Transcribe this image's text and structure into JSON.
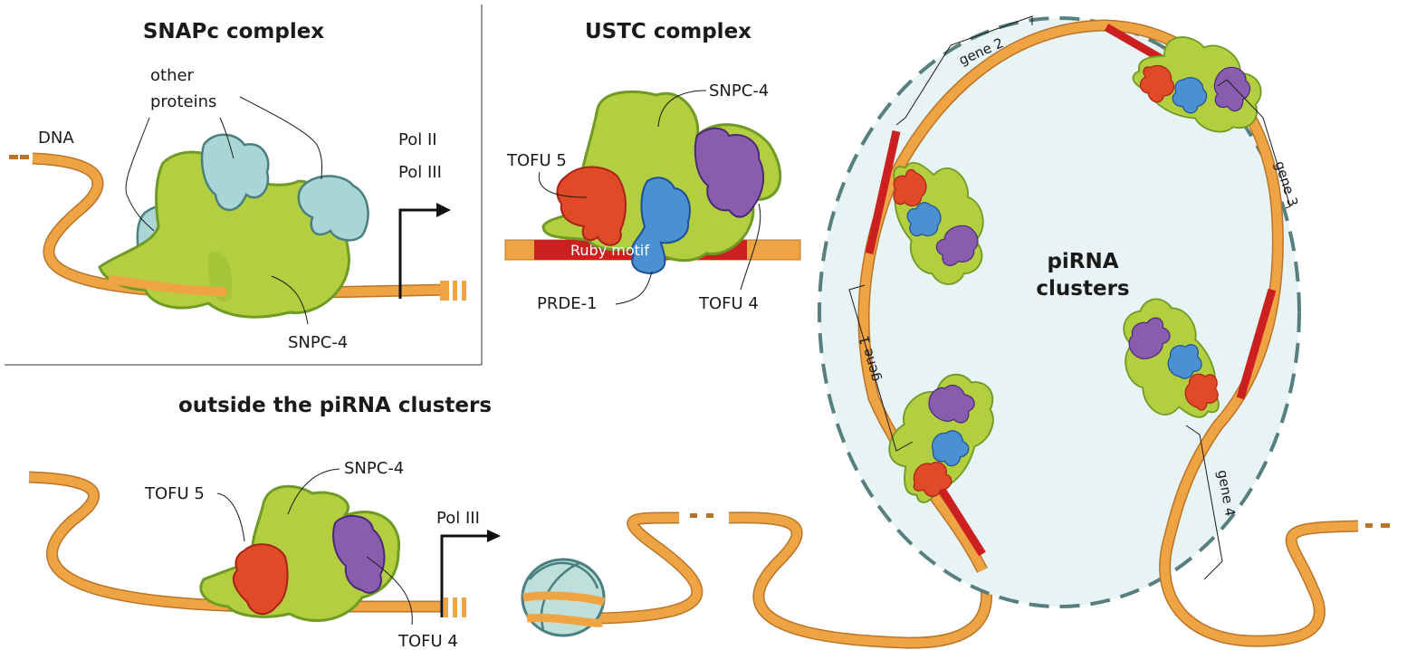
{
  "colors": {
    "dna": "#efa443",
    "dna_outline": "#b8742a",
    "snpc4": "#b3cf3f",
    "tofu5": "#e04a26",
    "prde1": "#4b90d1",
    "tofu4": "#8a5cae",
    "other_proteins": "#a9d6d4",
    "ruby_motif": "#cc1f1f",
    "cluster_bg": "#e8f3f4",
    "cluster_border": "#587f7f"
  },
  "panels": {
    "snapc": {
      "title": "SNAPc complex",
      "labels": {
        "dna": "DNA",
        "other_proteins_1": "other",
        "other_proteins_2": "proteins",
        "pol_ii": "Pol II",
        "pol_iii": "Pol III",
        "snpc4": "SNPC-4"
      }
    },
    "ustc": {
      "title": "USTC complex",
      "labels": {
        "snpc4": "SNPC-4",
        "tofu5": "TOFU 5",
        "ruby_motif": "Ruby motif",
        "prde1": "PRDE-1",
        "tofu4": "TOFU 4"
      }
    },
    "outside": {
      "title": "outside the piRNA clusters",
      "labels": {
        "tofu5": "TOFU 5",
        "snpc4": "SNPC-4",
        "pol_iii": "Pol III",
        "tofu4": "TOFU 4"
      }
    },
    "clusters": {
      "title_1": "piRNA",
      "title_2": "clusters",
      "genes": [
        "gene 1",
        "gene 2",
        "gene 3",
        "gene 4"
      ]
    }
  }
}
